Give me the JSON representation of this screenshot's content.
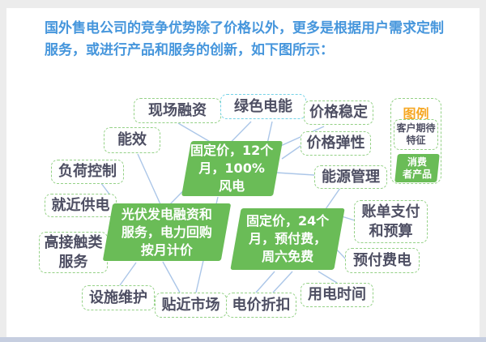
{
  "header": {
    "text": "国外售电公司的竞争优势除了价格以外，更多是根据用户需求定制服务，或进行产品和服务的创新，如下图所示："
  },
  "colors": {
    "header_text": "#4696DC",
    "feature_border_green": "#94D186",
    "highlight_border_cyan": "#74D2E7",
    "product_green": "#6ABC57",
    "label_text": "#4E4F63",
    "legend_title_orange": "#F6A723",
    "connector_line_blue": "#ABC6E8"
  },
  "features": [
    {
      "label": "现场融资"
    },
    {
      "label": "绿色电能"
    },
    {
      "label": "价格稳定"
    },
    {
      "label": "能效"
    },
    {
      "label": "价格弹性"
    },
    {
      "label": "负荷控制"
    },
    {
      "label": "能源管理"
    },
    {
      "label": "就近供电"
    },
    {
      "label": "账单支付\n和预算"
    },
    {
      "label": "高接触类\n服务"
    },
    {
      "label": "预付费电"
    },
    {
      "label": "设施维护"
    },
    {
      "label": "贴近市场"
    },
    {
      "label": "电价折扣"
    },
    {
      "label": "用电时间"
    }
  ],
  "products": [
    {
      "label": "固定价，12个\n月，100%\n风电"
    },
    {
      "label": "光伏发电融资和\n服务，电力回购\n按月计价"
    },
    {
      "label": "固定价，24个\n月，预付费，\n周六免费"
    }
  ],
  "legend": {
    "title": "图例",
    "expected_feature_label": "客户期待\n特征",
    "consumer_product_label": "消费\n者产品"
  }
}
